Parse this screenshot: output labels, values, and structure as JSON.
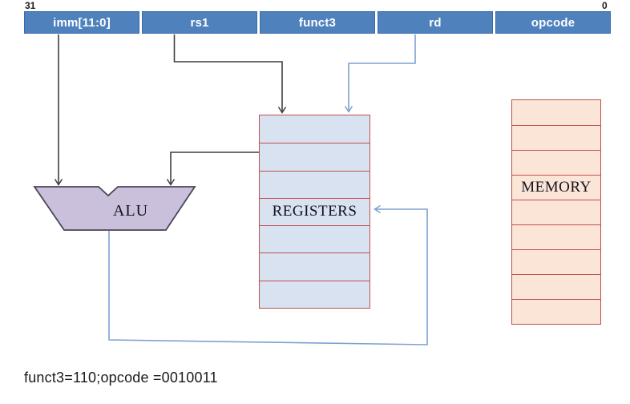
{
  "bit_labels": {
    "high": "31",
    "low": "0"
  },
  "instruction_format": {
    "fields": [
      {
        "label": "imm[11:0]"
      },
      {
        "label": "rs1"
      },
      {
        "label": "funct3"
      },
      {
        "label": "rd"
      },
      {
        "label": "opcode"
      }
    ]
  },
  "alu": {
    "label": "ALU"
  },
  "registers": {
    "label": "REGISTERS",
    "row_count": 7
  },
  "memory": {
    "label": "MEMORY",
    "row_count": 9
  },
  "caption": "funct3=110;opcode =0010011",
  "connections": [
    {
      "from": "imm[11:0]",
      "to": "ALU",
      "color": "black"
    },
    {
      "from": "rs1",
      "to": "REGISTERS",
      "color": "black"
    },
    {
      "from": "rd",
      "to": "REGISTERS",
      "color": "blue"
    },
    {
      "from": "REGISTERS",
      "to": "ALU",
      "color": "black"
    },
    {
      "from": "ALU",
      "to": "REGISTERS",
      "color": "blue"
    }
  ],
  "colors": {
    "field_fill": "#4f81bd",
    "field_border": "#3a6ba8",
    "field_text": "#ffffff",
    "registers_fill": "#d9e2f1",
    "memory_fill": "#fbe5d6",
    "block_border": "#c0504d",
    "alu_fill": "#cbc0dc",
    "alu_border": "#494657",
    "connector_black": "#3f3f3f",
    "connector_blue": "#7da0d2",
    "caption_text": "#1a1a1a",
    "background": "#ffffff"
  }
}
